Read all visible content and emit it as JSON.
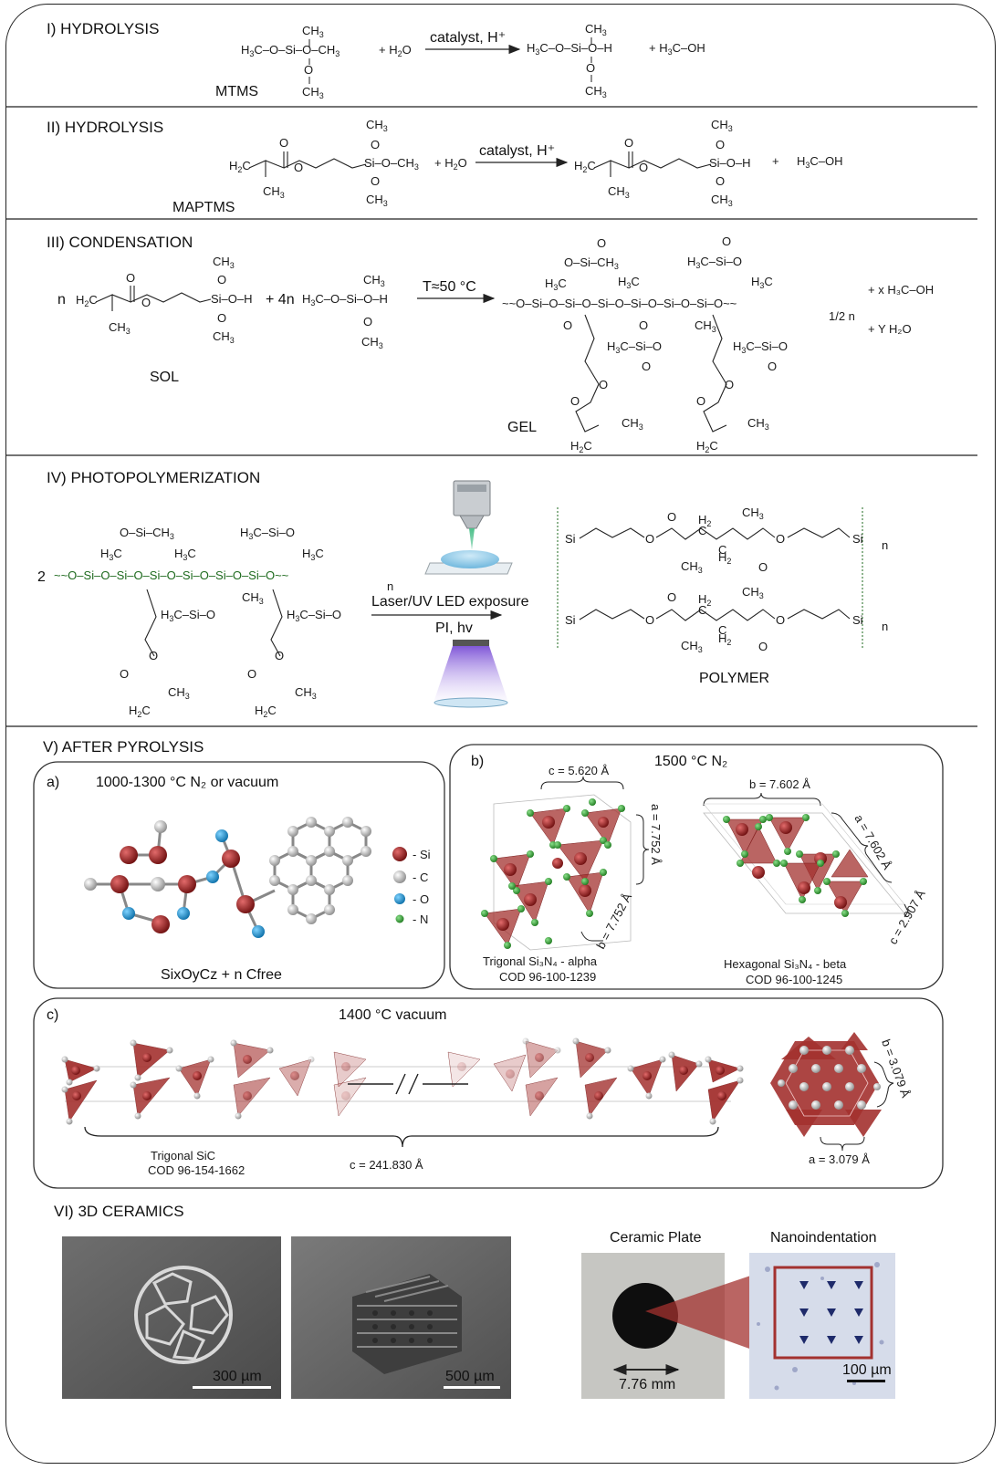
{
  "sections": {
    "s1": {
      "title": "I) HYDROLYSIS",
      "compound": "MTMS",
      "arrow": "catalyst, H⁺"
    },
    "s2": {
      "title": "II) HYDROLYSIS",
      "compound": "MAPTMS",
      "arrow": "catalyst, H⁺"
    },
    "s3": {
      "title": "III) CONDENSATION",
      "sol": "SOL",
      "gel": "GEL",
      "arrow": "T≈50 °C",
      "n": "n",
      "four_n": "+ 4n",
      "half_n": "1/2 n",
      "x_methanol": "+ x  H₃C–OH",
      "y_water": "+ Y  H₂O"
    },
    "s4": {
      "title": "IV) PHOTOPOLYMERIZATION",
      "coef": "2",
      "n": "n",
      "exposure": "Laser/UV LED exposure",
      "pi": "PI, hv",
      "polymer": "POLYMER"
    },
    "s5": {
      "title": "V) AFTER PYROLYSIS",
      "a": {
        "tag": "a)",
        "cond": "1000-1300 °C N₂ or vacuum",
        "formula": "SixOyCz + n Cfree"
      },
      "legend": [
        {
          "label": "- Si",
          "color": "#8b1a1a"
        },
        {
          "label": "- C",
          "color": "#bcbcbc"
        },
        {
          "label": "- O",
          "color": "#1b8fc9"
        },
        {
          "label": "- N",
          "color": "#2a9a2a"
        }
      ],
      "b": {
        "tag": "b)",
        "cond": "1500 °C N₂",
        "alpha_c": "c = 5.620 Å",
        "alpha_a": "a = 7.752 Å",
        "alpha_b": "b = 7.752 Å",
        "alpha_name": "Trigonal Si₃N₄ - alpha",
        "alpha_cod": "COD 96-100-1239",
        "beta_b": "b = 7.602 Å",
        "beta_a": "a = 7.602 Å",
        "beta_c": "c = 2.907 Å",
        "beta_name": "Hexagonal Si₃N₄ - beta",
        "beta_cod": "COD 96-100-1245"
      },
      "c": {
        "tag": "c)",
        "cond": "1400 °C vacuum",
        "name": "Trigonal SiC",
        "cod": "COD 96-154-1662",
        "c_len": "c = 241.830 Å",
        "b_len": "b = 3.079 Å",
        "a_len": "a = 3.079 Å"
      }
    },
    "s6": {
      "title": "VI) 3D CERAMICS",
      "scale1": "300 µm",
      "scale2": "500 µm",
      "plate_title": "Ceramic Plate",
      "plate_size": "7.76 mm",
      "nano_title": "Nanoindentation",
      "nano_scale": "100 µm"
    }
  },
  "colors": {
    "accent_red": "#a3312f",
    "silicon_green": "#1e6a1e",
    "uv_violet": "#7a4fd6"
  }
}
